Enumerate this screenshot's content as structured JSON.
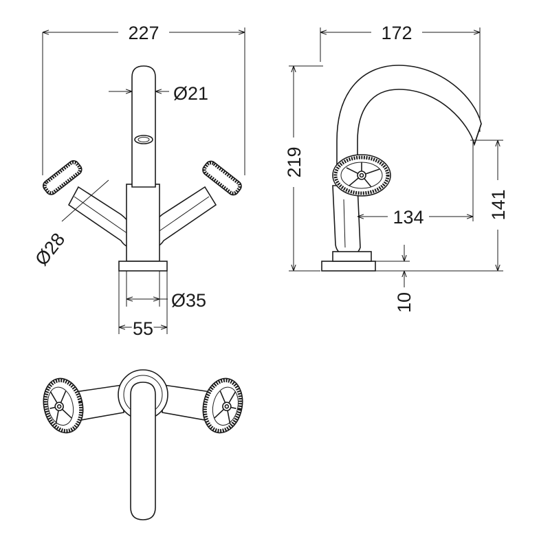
{
  "drawing": {
    "views": [
      "front-view",
      "side-view",
      "top-view"
    ]
  },
  "dimensions": {
    "overall_width": "227",
    "spout_diameter": "Ø21",
    "handle_diameter": "Ø28",
    "base_diameter": "Ø35",
    "base_width": "55",
    "side_depth": "172",
    "overall_height": "219",
    "spout_reach": "134",
    "spout_height": "141",
    "base_thickness": "10"
  },
  "colors": {
    "line": "#1a1a1a",
    "background": "#ffffff"
  }
}
